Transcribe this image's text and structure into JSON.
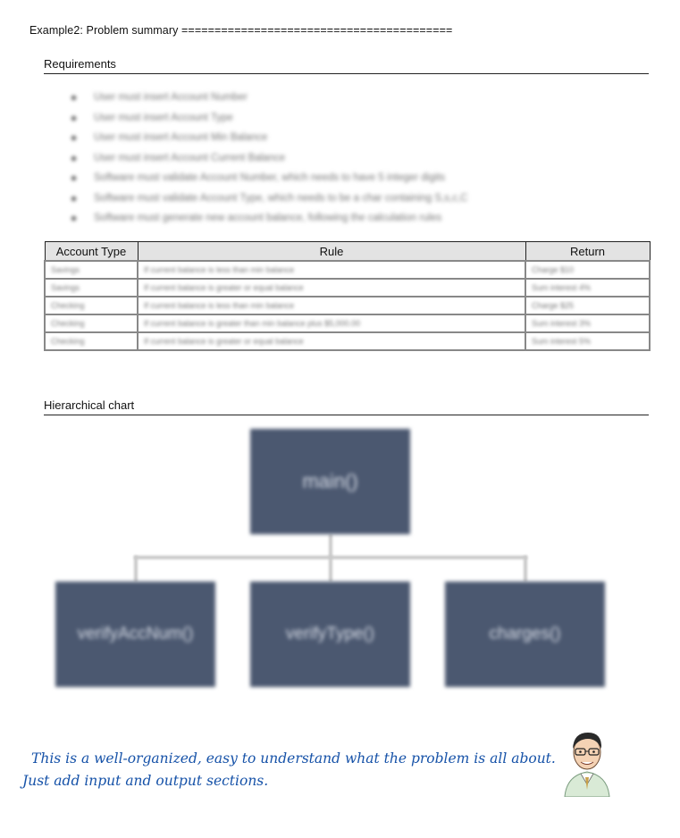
{
  "title": "Example2: Problem summary =========================================",
  "requirements": {
    "heading": "Requirements",
    "items": [
      "User must insert Account Number",
      "User must insert Account Type",
      "User must insert Account Min Balance",
      "User must insert Account Current Balance",
      "Software must validate Account Number, which needs to have 5 integer digits",
      "Software must validate Account Type, which needs to be a char containing S,s,c,C",
      "Software must generate new account balance, following the calculation rules"
    ]
  },
  "rule_table": {
    "headers": [
      "Account Type",
      "Rule",
      "Return"
    ],
    "rows": [
      [
        "Savings",
        "If current balance is less than min balance",
        "Charge $10"
      ],
      [
        "Savings",
        "If current balance is greater or equal balance",
        "Sum interest 4%"
      ],
      [
        "Checking",
        "If current balance is less than min balance",
        "Charge $25"
      ],
      [
        "Checking",
        "If current balance is greater than min balance plus $5,000.00",
        "Sum interest 3%"
      ],
      [
        "Checking",
        "If current balance is greater or equal balance",
        "Sum interest 5%"
      ]
    ]
  },
  "hierarchy": {
    "heading": "Hierarchical chart",
    "root": "main()",
    "children": [
      "verifyAccNum()",
      "verifyType()",
      "charges()"
    ],
    "box_color": "#4b5870"
  },
  "comment": {
    "line1": "This is a well-organized, easy to understand what the problem is all about.",
    "line2": "Just add input and output sections.",
    "color": "#1652a8"
  }
}
